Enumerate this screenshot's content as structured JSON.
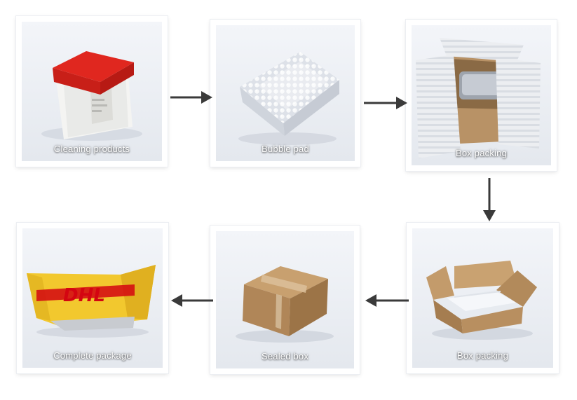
{
  "steps": [
    {
      "id": "cleaning",
      "label": "Cleaning products"
    },
    {
      "id": "bubble",
      "label": "Bubble pad"
    },
    {
      "id": "box1",
      "label": "Box packing"
    },
    {
      "id": "box2",
      "label": "Box packing"
    },
    {
      "id": "sealed",
      "label": "Sealed box"
    },
    {
      "id": "complete",
      "label": "Complete package"
    }
  ],
  "package_brand": "DHL"
}
